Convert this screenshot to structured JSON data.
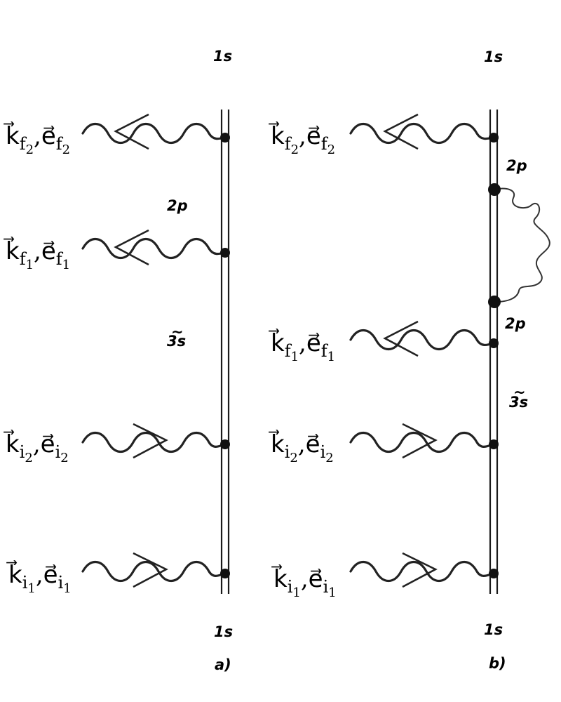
{
  "diagrams": [
    {
      "id": "a",
      "caption": "a)",
      "states": {
        "top": "1s",
        "upper_intermediate": "2p",
        "lower_intermediate": "3",
        "lower_intermediate_suffix": "s",
        "bottom": "1s"
      },
      "photons": [
        {
          "role": "outgoing",
          "k": "k",
          "k_sub": "f",
          "k_subsub": "2",
          "e": "e",
          "e_sub": "f",
          "e_subsub": "2"
        },
        {
          "role": "outgoing",
          "k": "k",
          "k_sub": "f",
          "k_subsub": "1",
          "e": "e",
          "e_sub": "f",
          "e_subsub": "1"
        },
        {
          "role": "incoming",
          "k": "k",
          "k_sub": "i",
          "k_subsub": "2",
          "e": "e",
          "e_sub": "i",
          "e_subsub": "2"
        },
        {
          "role": "incoming",
          "k": "k",
          "k_sub": "i",
          "k_subsub": "1",
          "e": "e",
          "e_sub": "i",
          "e_subsub": "1"
        }
      ]
    },
    {
      "id": "b",
      "caption": "b)",
      "states": {
        "top": "1s",
        "upper_intermediate": "2p",
        "middle_intermediate": "2p",
        "lower_intermediate": "3",
        "lower_intermediate_suffix": "s",
        "bottom": "1s"
      },
      "has_self_energy_loop": true,
      "photons": [
        {
          "role": "outgoing",
          "k": "k",
          "k_sub": "f",
          "k_subsub": "2",
          "e": "e",
          "e_sub": "f",
          "e_subsub": "2"
        },
        {
          "role": "outgoing",
          "k": "k",
          "k_sub": "f",
          "k_subsub": "1",
          "e": "e",
          "e_sub": "f",
          "e_subsub": "1"
        },
        {
          "role": "incoming",
          "k": "k",
          "k_sub": "i",
          "k_subsub": "2",
          "e": "e",
          "e_sub": "i",
          "e_subsub": "2"
        },
        {
          "role": "incoming",
          "k": "k",
          "k_sub": "i",
          "k_subsub": "1",
          "e": "e",
          "e_sub": "i",
          "e_subsub": "1"
        }
      ]
    }
  ],
  "tilde_mark": "~",
  "vector_arrow": "⃗",
  "separator": ","
}
